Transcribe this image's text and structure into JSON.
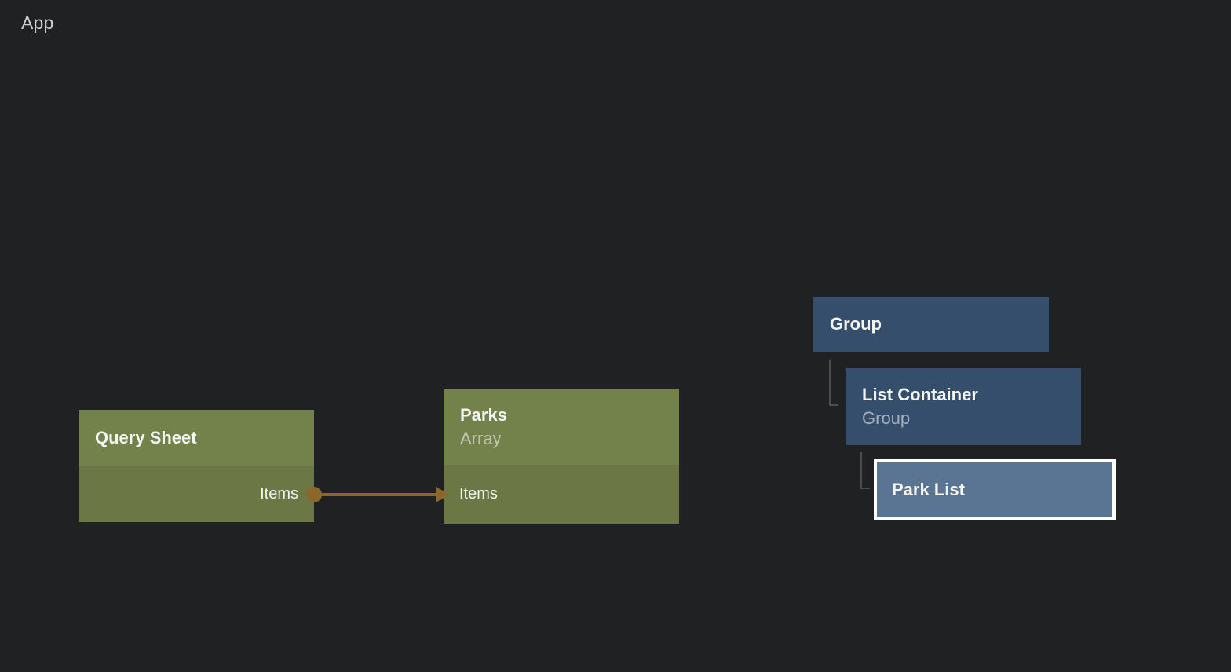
{
  "app": {
    "label": "App"
  },
  "colors": {
    "background": "#1f2122",
    "green_header": "#73814a",
    "green_body": "#6b7845",
    "blue_node": "#344e6c",
    "blue_selected": "#5a7494",
    "selection_border": "#ffffff",
    "edge": "#8a682a",
    "connector_line": "#4c4c4c"
  },
  "nodes": {
    "query_sheet": {
      "title": "Query Sheet",
      "output_port": "Items"
    },
    "parks": {
      "title": "Parks",
      "subtitle": "Array",
      "input_port": "Items"
    },
    "group": {
      "title": "Group"
    },
    "list_container": {
      "title": "List Container",
      "subtitle": "Group"
    },
    "park_list": {
      "title": "Park List"
    }
  }
}
